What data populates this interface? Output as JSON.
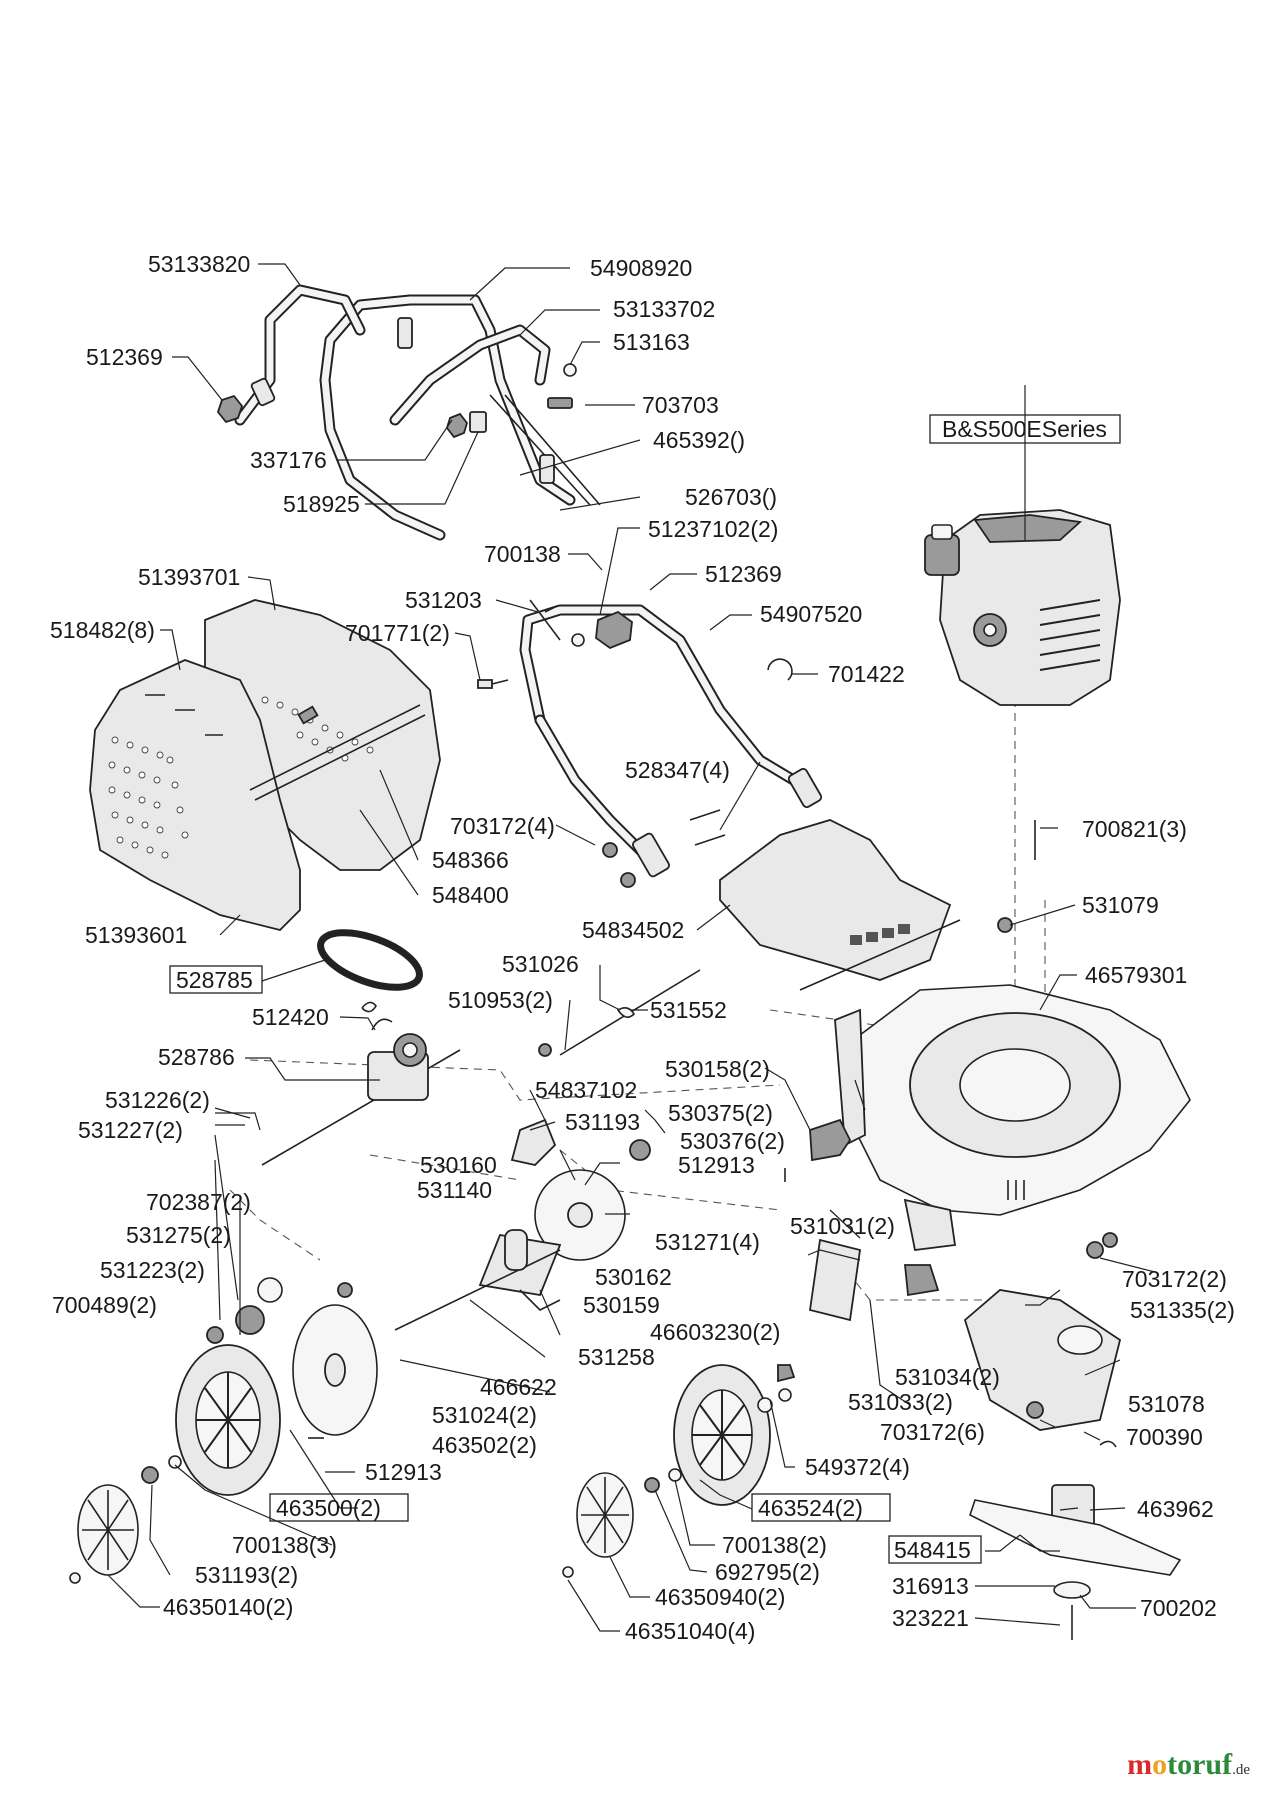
{
  "diagram": {
    "engine_label": "B&S500ESeries",
    "labels": [
      "53133820",
      "54908920",
      "53133702",
      "512369",
      "513163",
      "703703",
      "337176",
      "465392()",
      "518925",
      "526703()",
      "700138",
      "51237102(2)",
      "51393701",
      "531203",
      "512369",
      "518482(8)",
      "701771(2)",
      "54907520",
      "701422",
      "528347(4)",
      "700821(3)",
      "703172(4)",
      "548366",
      "548400",
      "531079",
      "54834502",
      "51393601",
      "46579301",
      "528785",
      "531026",
      "510953(2)",
      "531552",
      "512420",
      "528786",
      "530158(2)",
      "54837102",
      "531193",
      "530375(2)",
      "531226(2)",
      "531227(2)",
      "530376(2)",
      "512913",
      "530160",
      "531140",
      "702387(2)",
      "531275(2)",
      "531271(4)",
      "531031(2)",
      "531223(2)",
      "530162",
      "700489(2)",
      "530159",
      "703172(2)",
      "531335(2)",
      "46603230(2)",
      "531258",
      "466622",
      "531034(2)",
      "531033(2)",
      "531078",
      "531024(2)",
      "463502(2)",
      "703172(6)",
      "700390",
      "512913",
      "549372(4)",
      "463500(2)",
      "463524(2)",
      "463962",
      "700138(3)",
      "700138(2)",
      "548415",
      "531193(2)",
      "692795(2)",
      "316913",
      "700202",
      "46350140(2)",
      "46350940(2)",
      "323221",
      "46351040(4)"
    ]
  },
  "branding": {
    "name": "motoruf",
    "tld": ".de"
  },
  "colors": {
    "brand_m": "#d92b2b",
    "brand_o": "#f0a020",
    "brand_rest": "#2c8a3a"
  }
}
